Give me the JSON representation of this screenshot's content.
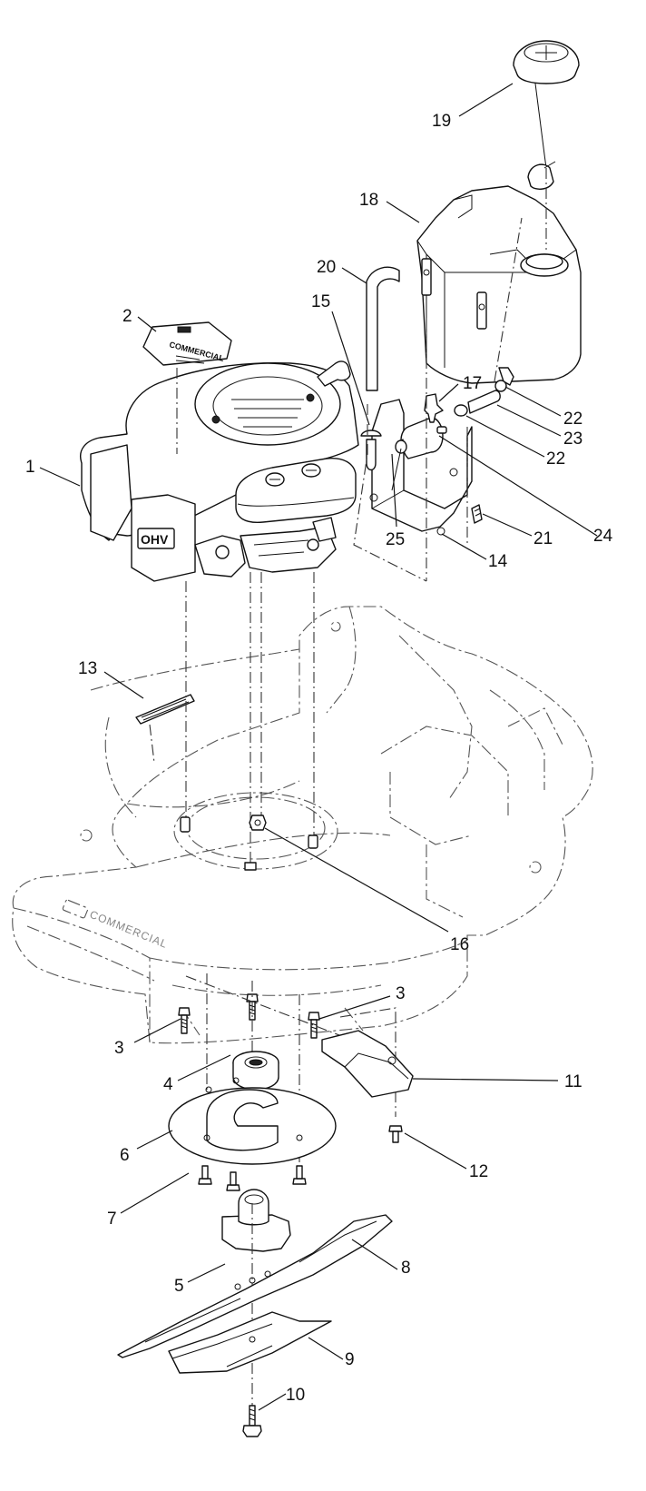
{
  "diagram": {
    "callouts": [
      "1",
      "2",
      "3",
      "3",
      "4",
      "5",
      "6",
      "7",
      "8",
      "9",
      "10",
      "11",
      "12",
      "13",
      "14",
      "15",
      "16",
      "17",
      "18",
      "19",
      "20",
      "21",
      "22",
      "22",
      "23",
      "24",
      "25"
    ],
    "deck_brand": "COMMERCIAL",
    "engine_badge": "OHV",
    "decal_text": "COMMERCIAL"
  }
}
